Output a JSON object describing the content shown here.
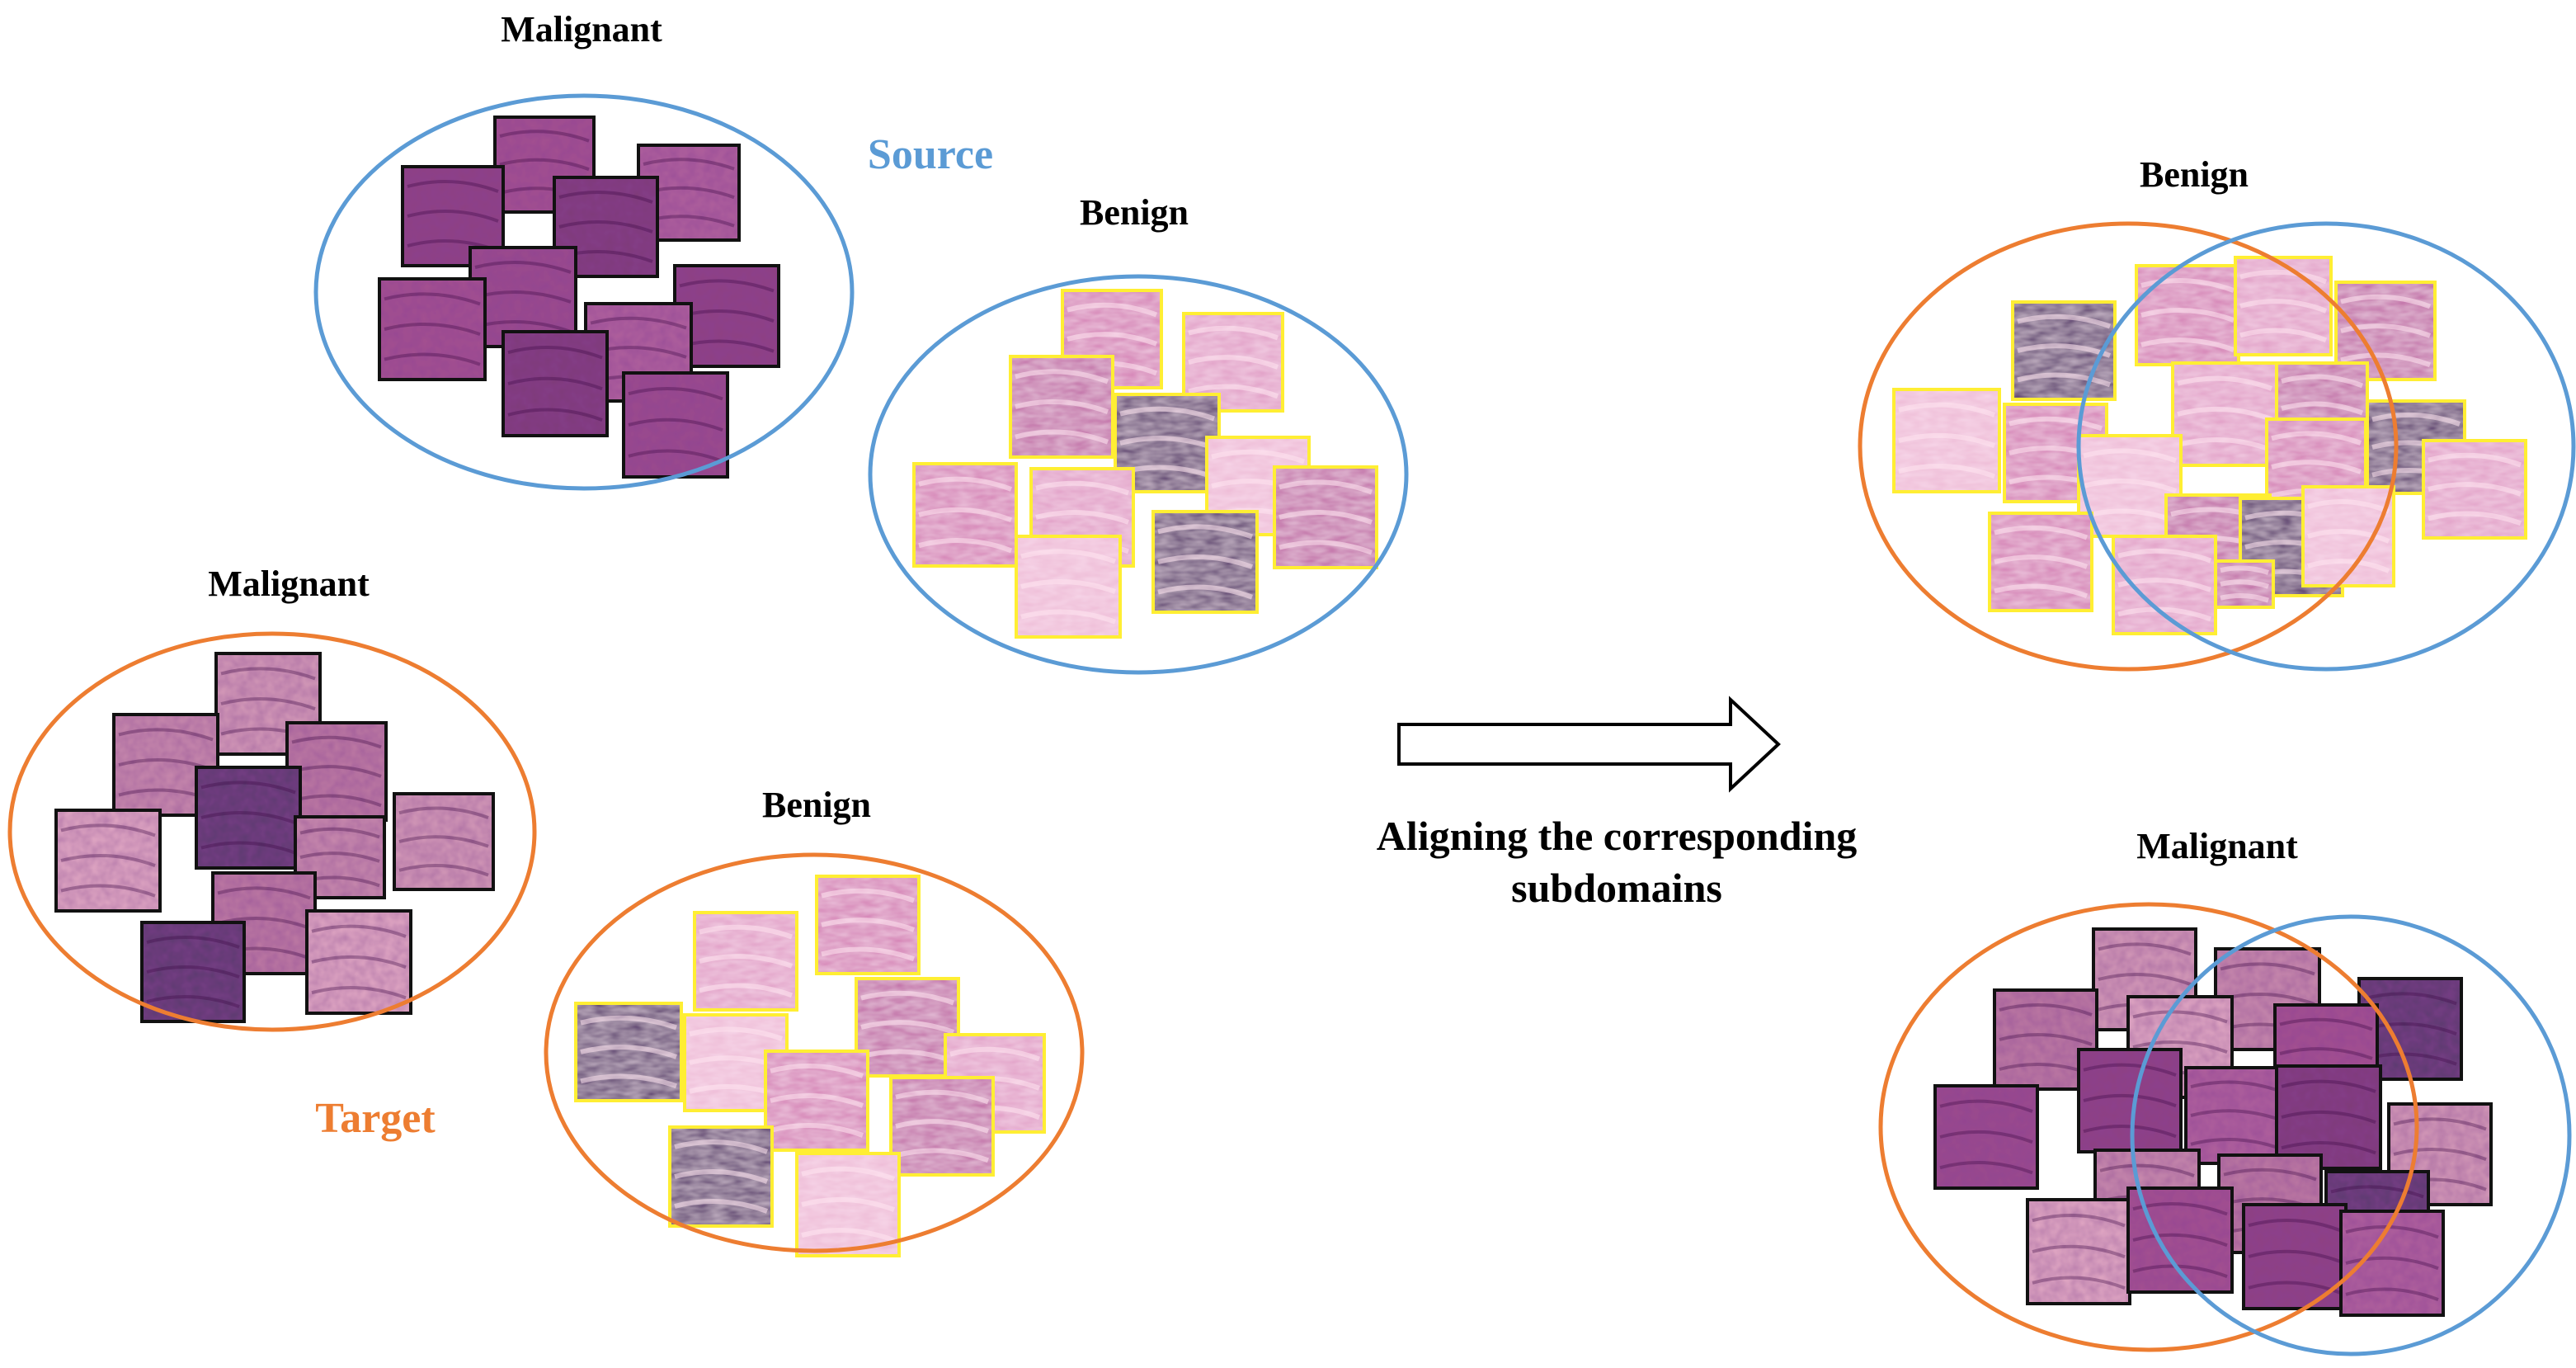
{
  "labels": {
    "source_malignant": "Malignant",
    "source_benign": "Benign",
    "source": "Source",
    "target_malignant": "Malignant",
    "target_benign": "Benign",
    "target": "Target",
    "arrow_caption_line1": "Aligning the corresponding",
    "arrow_caption_line2": "subdomains",
    "aligned_benign": "Benign",
    "aligned_malignant": "Malignant"
  },
  "colors": {
    "source": "#5b9bd5",
    "target": "#ed7d31",
    "malignant_border": "#111111",
    "benign_border": "#ffee33",
    "malignant_tissue": [
      "#a4508f",
      "#8e3f82",
      "#b0609c",
      "#7e3a78",
      "#9b4a8c"
    ],
    "target_tissue": [
      "#d59ab8",
      "#c98aad",
      "#be7aa3",
      "#5a3a6e",
      "#e2a8c4"
    ],
    "benign_tissue": [
      "#d47fb4",
      "#e19ec6",
      "#c06aa5",
      "#523068",
      "#eebbd6"
    ]
  }
}
